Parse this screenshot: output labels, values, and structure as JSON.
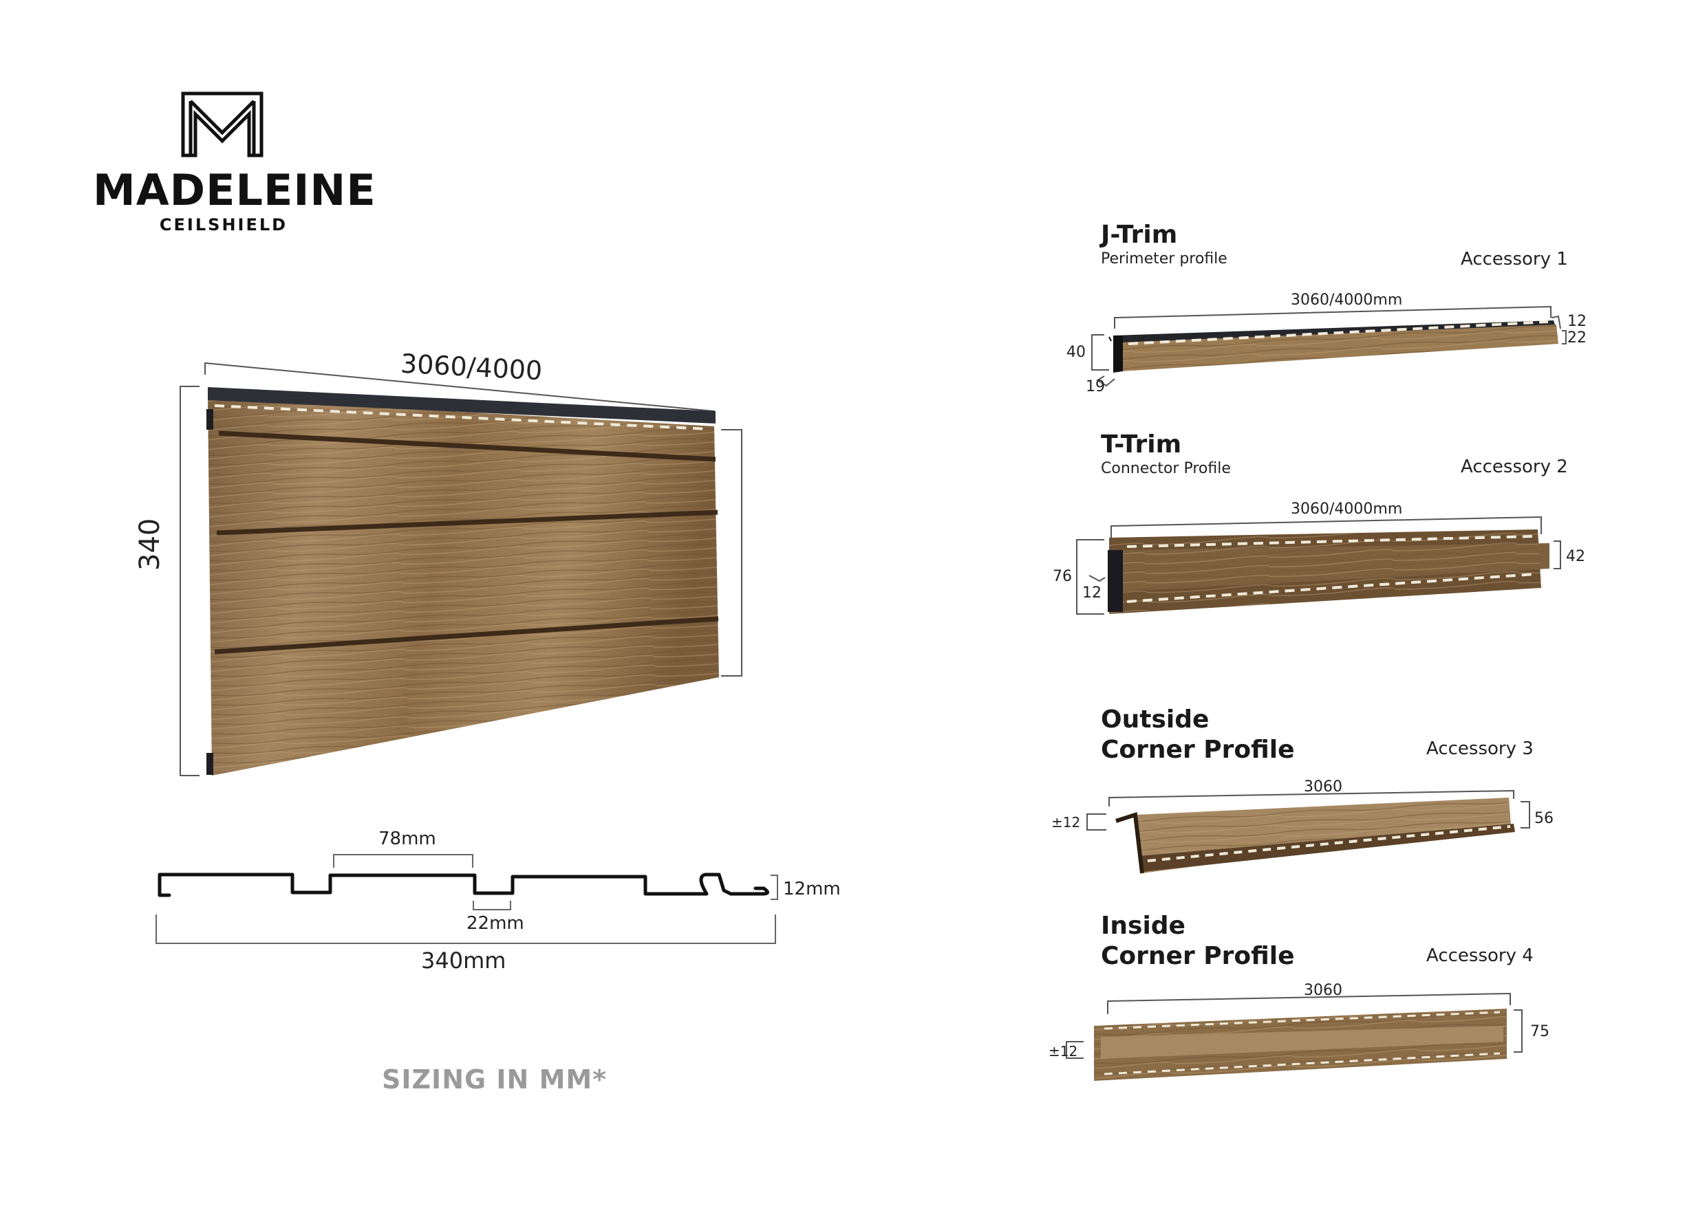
{
  "brand": {
    "logo_icon": "madeleine-m-monogram-icon",
    "name": "MADELEINE",
    "subtitle": "CEILSHIELD"
  },
  "main_panel": {
    "length_label": "3060/4000",
    "height_label": "340",
    "colors": {
      "wood_light": "#a0825a",
      "wood_dark": "#5e4327",
      "metal_strip": "#2e3038"
    }
  },
  "cross_section": {
    "board_width_label": "78mm",
    "groove_width_label": "22mm",
    "depth_label": "12mm",
    "total_width_label": "340mm"
  },
  "footnote": "SIZING IN MM*",
  "accessories": [
    {
      "title": "J-Trim",
      "subtitle": "Perimeter profile",
      "accessory_label": "Accessory 1",
      "length": "3060/4000mm",
      "dims": {
        "height": "40",
        "return": "19",
        "lip": "12",
        "face": "22"
      }
    },
    {
      "title": "T-Trim",
      "subtitle": "Connector Profile",
      "accessory_label": "Accessory 2",
      "length": "3060/4000mm",
      "dims": {
        "height": "76",
        "gap": "12",
        "face": "42"
      }
    },
    {
      "title_line1": "Outside",
      "title_line2": "Corner Profile",
      "accessory_label": "Accessory 3",
      "length": "3060",
      "dims": {
        "channel": "±12",
        "face": "56"
      }
    },
    {
      "title_line1": "Inside",
      "title_line2": "Corner Profile",
      "accessory_label": "Accessory 4",
      "length": "3060",
      "dims": {
        "channel": "±12",
        "face": "75"
      }
    }
  ]
}
